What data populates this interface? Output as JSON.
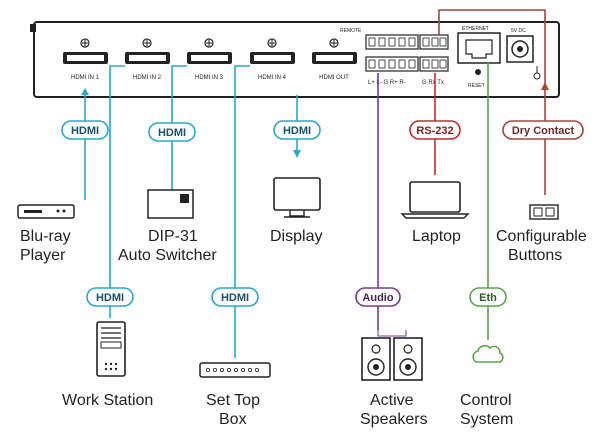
{
  "device": {
    "remote_label": "REMOTE",
    "hdmi_ports": [
      "HDMI IN 1",
      "HDMI IN 2",
      "HDMI IN 3",
      "HDMI IN 4",
      "HDMI OUT"
    ],
    "ethernet_label": "ETHERNET",
    "power_label": "5V DC",
    "reset_label": "RESET",
    "audio_pins": "L+ L- G R+ R-",
    "rs232_pins": "G Rx Tx"
  },
  "badges": {
    "hdmi": "HDMI",
    "rs232": "RS-232",
    "dry_contact": "Dry Contact",
    "audio": "Audio",
    "eth": "Eth"
  },
  "devices": {
    "bluray_1": "Blu-ray",
    "bluray_2": "Player",
    "dip31_1": "DIP-31",
    "dip31_2": "Auto Switcher",
    "display": "Display",
    "laptop": "Laptop",
    "buttons_1": "Configurable",
    "buttons_2": "Buttons",
    "workstation": "Work Station",
    "settop_1": "Set Top",
    "settop_2": "Box",
    "speakers_1": "Active",
    "speakers_2": "Speakers",
    "control_1": "Control",
    "control_2": "System"
  },
  "colors": {
    "hdmi": "#2aa7c9",
    "rs232": "#b5302f",
    "dry_contact": "#a5463b",
    "audio": "#7b3a8f",
    "eth": "#5aa64a"
  }
}
